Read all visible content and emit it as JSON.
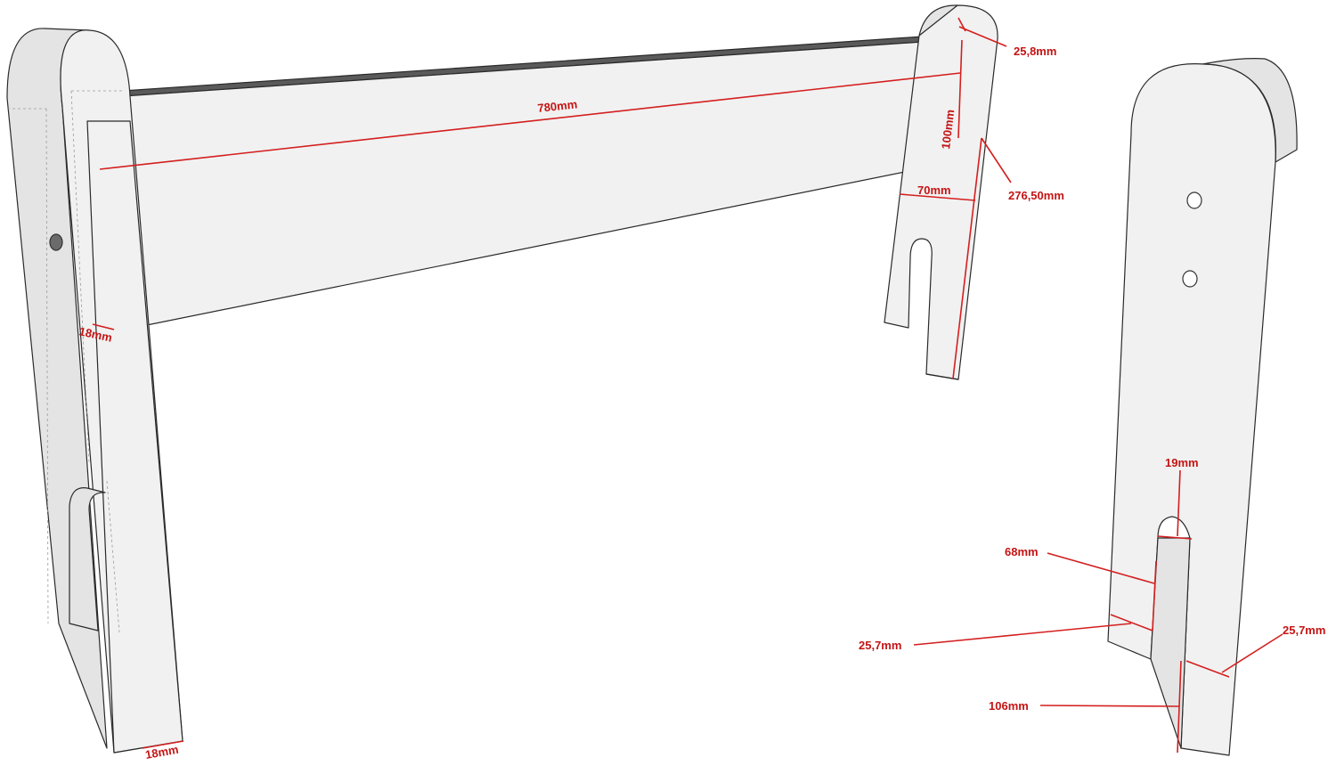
{
  "dimensions": {
    "rail_length": "780mm",
    "rail_height": "100mm",
    "board_thickness_left_mid": "18mm",
    "board_thickness_left_bottom": "18mm",
    "top_radius": "25,8mm",
    "leg_height": "276,50mm",
    "slot_offset_width": "70mm",
    "slot_width": "19mm",
    "slot_depth": "68mm",
    "slot_side_left": "25,7mm",
    "slot_side_right": "25,7mm",
    "lower_leg_height": "106mm"
  }
}
